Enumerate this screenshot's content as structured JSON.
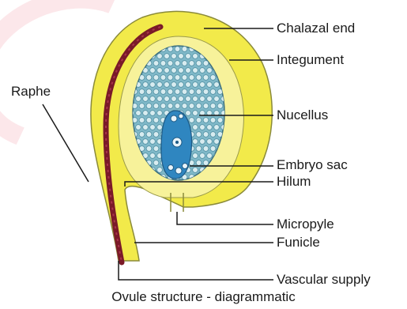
{
  "labels": {
    "chalazal_end": "Chalazal end",
    "integument": "Integument",
    "raphe": "Raphe",
    "nucellus": "Nucellus",
    "embryo_sac": "Embryo sac",
    "hilum": "Hilum",
    "micropyle": "Micropyle",
    "funicle": "Funicle",
    "vascular_supply": "Vascular supply"
  },
  "caption": "Ovule structure - diagrammatic",
  "colors": {
    "integument_fill": "#f2ea4a",
    "integument_inner": "#f7f29a",
    "integument_outline": "#8a8a3a",
    "nucellus_fill": "#7fb8c8",
    "nucellus_cell": "#d8ecf0",
    "embryo_sac_fill": "#2f86c0",
    "vascular": "#7a1a28",
    "leader_line": "#1a1a1a"
  }
}
